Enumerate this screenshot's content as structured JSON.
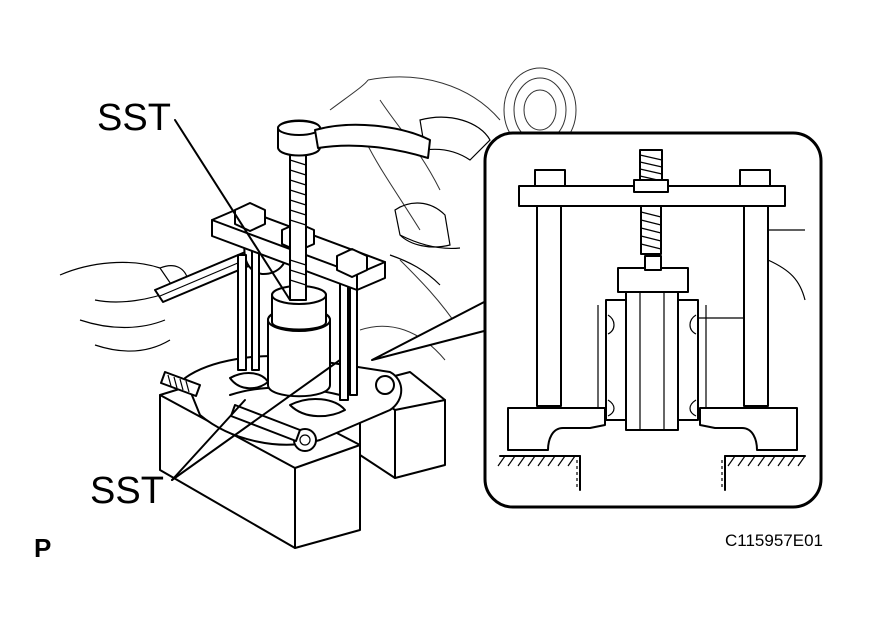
{
  "labels": {
    "sst_top": "SST",
    "sst_bottom": "SST",
    "figure_code": "C115957E01",
    "corner_mark": "P"
  },
  "colors": {
    "ink": "#000000",
    "paper": "#ffffff"
  }
}
